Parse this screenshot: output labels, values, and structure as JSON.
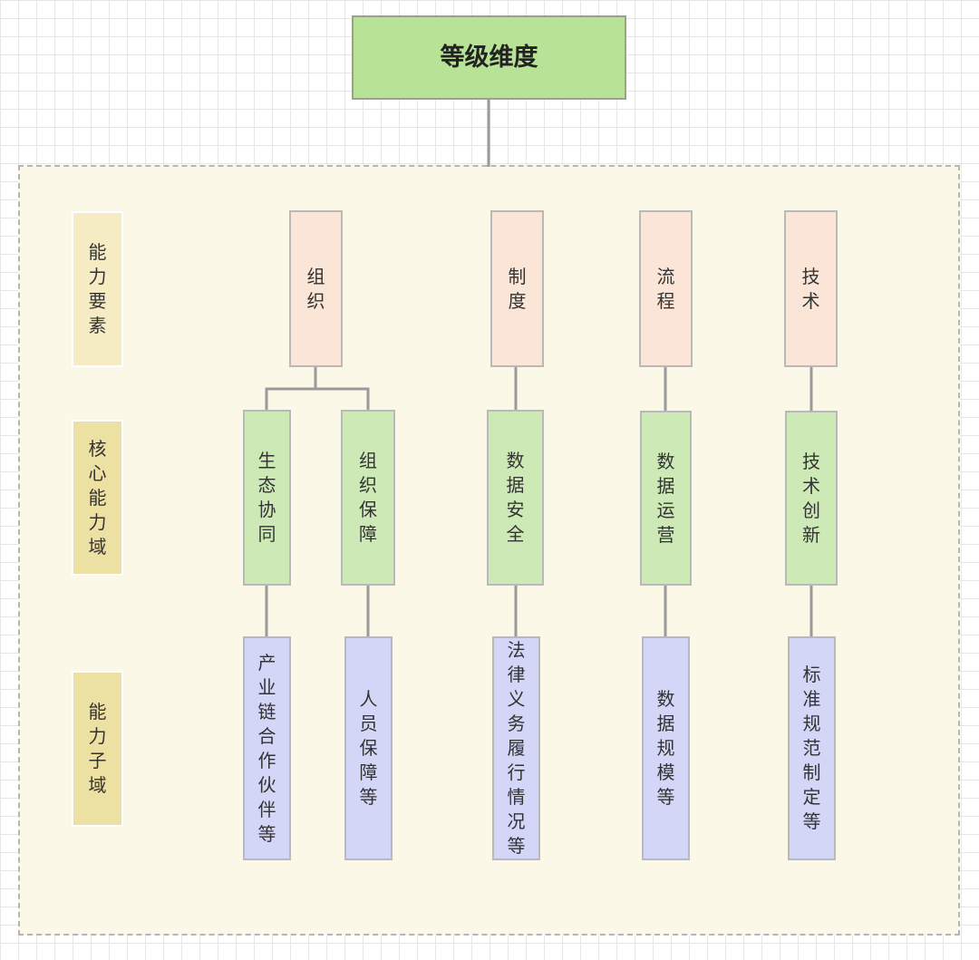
{
  "root": {
    "label": "等级维度"
  },
  "row_labels": {
    "elements": "能力要素",
    "core": "核心能力域",
    "sub": "能力子域"
  },
  "colors": {
    "root": "#b8e296",
    "container": "#fbf8e8",
    "label_row1": "#f5ecc3",
    "label_row2_3": "#ece0a3",
    "element": "#fbe5d6",
    "core": "#cde9b6",
    "sub": "#d3d6f6",
    "line": "#9a9a9a"
  },
  "elements": [
    {
      "label": "组织"
    },
    {
      "label": "制度"
    },
    {
      "label": "流程"
    },
    {
      "label": "技术"
    }
  ],
  "core_domains": [
    {
      "label": "生态协同"
    },
    {
      "label": "组织保障"
    },
    {
      "label": "数据安全"
    },
    {
      "label": "数据运营"
    },
    {
      "label": "技术创新"
    }
  ],
  "sub_domains": [
    {
      "label": "产业链合作伙伴等"
    },
    {
      "label": "人员保障等"
    },
    {
      "label": "法律义务履行情况等"
    },
    {
      "label": "数据规模等"
    },
    {
      "label": "标准规范制定等"
    }
  ]
}
